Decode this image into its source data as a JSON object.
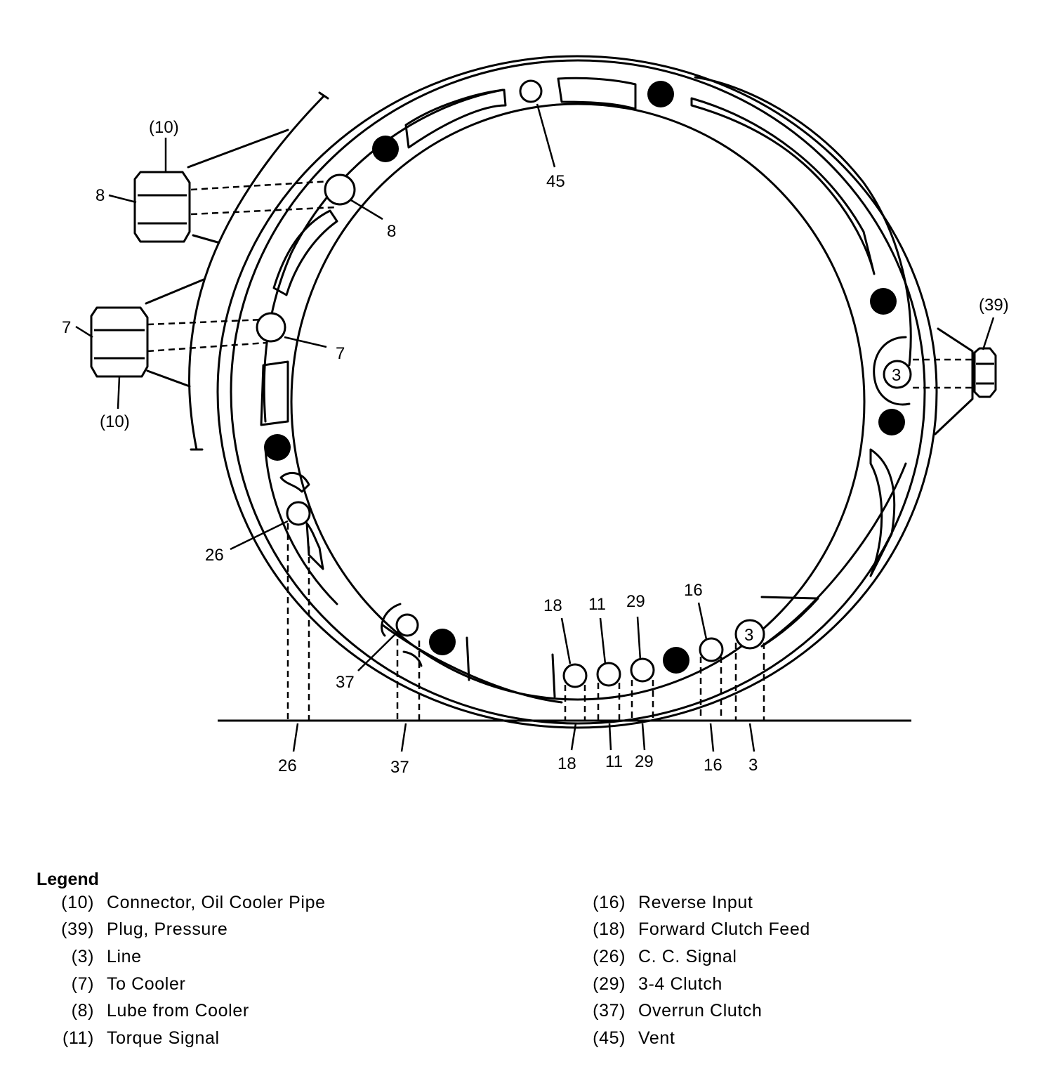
{
  "diagram": {
    "callouts": {
      "c10_top": "(10)",
      "c10_bottom": "(10)",
      "c39": "(39)",
      "c8_fitting": "8",
      "c8_port": "8",
      "c7_fitting": "7",
      "c7_port": "7",
      "c45": "45",
      "c3_right": "3",
      "c3_bottom": "3",
      "c26_left": "26",
      "c37_left": "37",
      "c18_top": "18",
      "c11_top": "11",
      "c29_top": "29",
      "c16_top": "16"
    },
    "baseline_labels": {
      "b26": "26",
      "b37": "37",
      "b18": "18",
      "b11": "11",
      "b29": "29",
      "b16": "16",
      "b3": "3"
    }
  },
  "legend": {
    "title": "Legend",
    "left": [
      {
        "num": "(10)",
        "text": "Connector, Oil Cooler Pipe"
      },
      {
        "num": "(39)",
        "text": "Plug, Pressure"
      },
      {
        "num": "(3)",
        "text": "Line"
      },
      {
        "num": "(7)",
        "text": "To Cooler"
      },
      {
        "num": "(8)",
        "text": "Lube from Cooler"
      },
      {
        "num": "(11)",
        "text": "Torque Signal"
      }
    ],
    "right": [
      {
        "num": "(16)",
        "text": "Reverse Input"
      },
      {
        "num": "(18)",
        "text": "Forward Clutch Feed"
      },
      {
        "num": "(26)",
        "text": "C. C. Signal"
      },
      {
        "num": "(29)",
        "text": "3-4 Clutch"
      },
      {
        "num": "(37)",
        "text": "Overrun Clutch"
      },
      {
        "num": "(45)",
        "text": "Vent"
      }
    ]
  }
}
